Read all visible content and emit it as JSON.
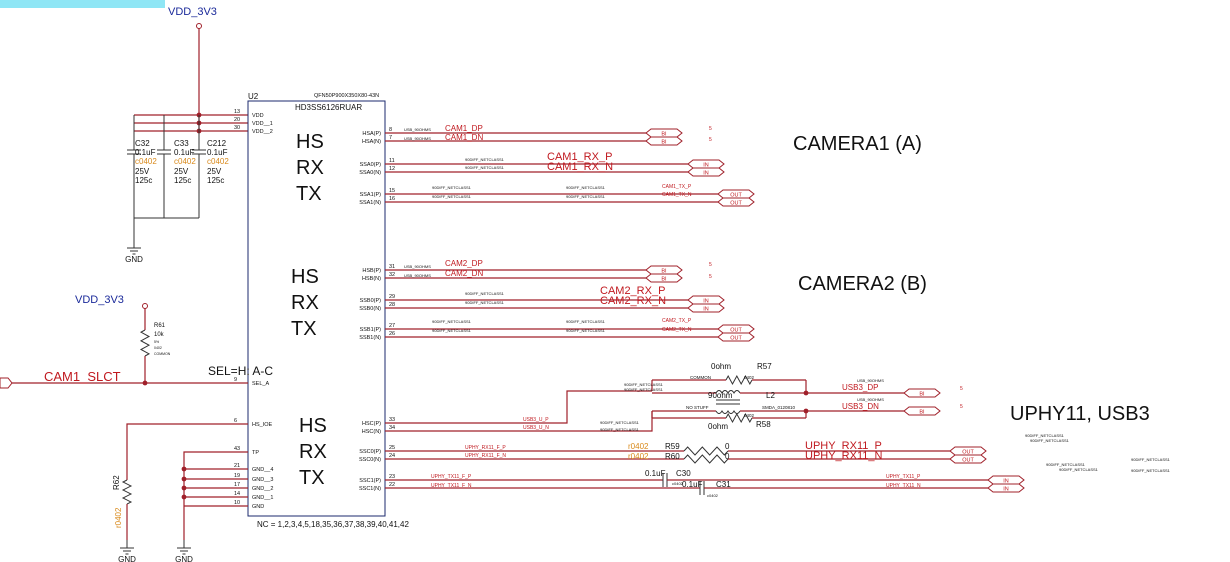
{
  "power": {
    "top": "VDD_3V3",
    "left": "VDD_3V3"
  },
  "ground": "GND",
  "ic": {
    "ref": "U2",
    "part": "HD3SS6126RUAR",
    "package": "QFN50P900X350X80-43N",
    "nc_note": "NC = 1,2,3,4,5,18,35,36,37,38,39,40,41,42",
    "left_pins": [
      {
        "num": "13",
        "name": "VDD"
      },
      {
        "num": "20",
        "name": "VDD__1"
      },
      {
        "num": "30",
        "name": "VDD__2"
      },
      {
        "num": "9",
        "name": "SEL_A"
      },
      {
        "num": "6",
        "name": "HS_IOE"
      },
      {
        "num": "43",
        "name": "TP"
      },
      {
        "num": "21",
        "name": "GND__4"
      },
      {
        "num": "19",
        "name": "GND__3"
      },
      {
        "num": "17",
        "name": "GND__2"
      },
      {
        "num": "14",
        "name": "GND__1"
      },
      {
        "num": "10",
        "name": "GND"
      }
    ],
    "right_pins": [
      {
        "num": "8",
        "name": "HSA(P)"
      },
      {
        "num": "7",
        "name": "HSA(N)"
      },
      {
        "num": "11",
        "name": "SSA0(P)"
      },
      {
        "num": "12",
        "name": "SSA0(N)"
      },
      {
        "num": "15",
        "name": "SSA1(P)"
      },
      {
        "num": "16",
        "name": "SSA1(N)"
      },
      {
        "num": "31",
        "name": "HSB(P)"
      },
      {
        "num": "32",
        "name": "HSB(N)"
      },
      {
        "num": "29",
        "name": "SSB0(P)"
      },
      {
        "num": "28",
        "name": "SSB0(N)"
      },
      {
        "num": "27",
        "name": "SSB1(P)"
      },
      {
        "num": "26",
        "name": "SSB1(N)"
      },
      {
        "num": "33",
        "name": "HSC(P)"
      },
      {
        "num": "34",
        "name": "HSC(N)"
      },
      {
        "num": "25",
        "name": "SSC0(P)"
      },
      {
        "num": "24",
        "name": "SSC0(N)"
      },
      {
        "num": "23",
        "name": "SSC1(P)"
      },
      {
        "num": "22",
        "name": "SSC1(N)"
      }
    ],
    "group_labels": [
      "HS",
      "RX",
      "TX"
    ]
  },
  "caps": [
    {
      "ref": "C32",
      "value": "0.1uF",
      "pkg": "c0402",
      "volt": "25V",
      "temp": "125c"
    },
    {
      "ref": "C33",
      "value": "0.1uF",
      "pkg": "c0402",
      "volt": "25V",
      "temp": "125c"
    },
    {
      "ref": "C212",
      "value": "0.1uF",
      "pkg": "c0402",
      "volt": "25V",
      "temp": "125c"
    }
  ],
  "r61": {
    "ref": "R61",
    "value": "10k",
    "tol": "5%",
    "pkg": "0402",
    "note": "COMMON"
  },
  "r62": {
    "ref": "R62",
    "pkg": "r0402"
  },
  "sel": {
    "net": "CAM1_SLCT",
    "label": "SEL=H: A-C"
  },
  "blocks": {
    "camera1": "CAMERA1  (A)",
    "camera2": "CAMERA2  (B)",
    "uphy": "UPHY11, USB3"
  },
  "nets": {
    "cam1_dp": "CAM1_DP",
    "cam1_dn": "CAM1_DN",
    "cam1_rx_p": "CAM1_RX_P",
    "cam1_rx_n": "CAM1_RX_N",
    "cam1_tx_p": "CAM1_TX_P",
    "cam1_tx_n": "CAM1_TX_N",
    "cam2_dp": "CAM2_DP",
    "cam2_dn": "CAM2_DN",
    "cam2_rx_p": "CAM2_RX_P",
    "cam2_rx_n": "CAM2_RX_N",
    "cam2_tx_p": "CAM2_TX_P",
    "cam2_tx_n": "CAM2_TX_N",
    "usb3_dp": "USB3_DP",
    "usb3_dn": "USB3_DN",
    "usb3_u_p": "USB3_U_P",
    "usb3_u_n": "USB3_U_N",
    "uphy_rx_p": "UPHY_RX11_P",
    "uphy_rx_n": "UPHY_RX11_N",
    "uphy_rx_f_p": "UPHY_RX11_F_P",
    "uphy_rx_f_n": "UPHY_RX11_F_N",
    "uphy_tx_p": "UPHY_TX11_P",
    "uphy_tx_n": "UPHY_TX11_N",
    "uphy_tx_f_p": "UPHY_TX11_F_P",
    "uphy_tx_f_n": "UPHY_TX11_F_N"
  },
  "netclass": {
    "usb": "USB_90OHMS",
    "diff": "90DIFF_NETCLASS1"
  },
  "ports": {
    "bi": "BI",
    "in": "IN",
    "out": "OUT"
  },
  "parts": {
    "r57": {
      "ref": "R57",
      "value": "0ohm",
      "pkg": "0402",
      "note": "COMMON"
    },
    "r58": {
      "ref": "R58",
      "value": "0ohm",
      "pkg": "0402"
    },
    "l2": {
      "ref": "L2",
      "value": "90ohm",
      "part": "SMDA_0120810",
      "note": "NO STUFF"
    },
    "r59": {
      "ref": "R59",
      "value": "0",
      "pkg": "r0402"
    },
    "r60": {
      "ref": "R60",
      "value": "0",
      "pkg": "r0402"
    },
    "c30": {
      "ref": "C30",
      "value": "0.1uF",
      "pkg": "c0402"
    },
    "c31": {
      "ref": "C31",
      "value": "0.1uF",
      "pkg": "c0402"
    }
  }
}
